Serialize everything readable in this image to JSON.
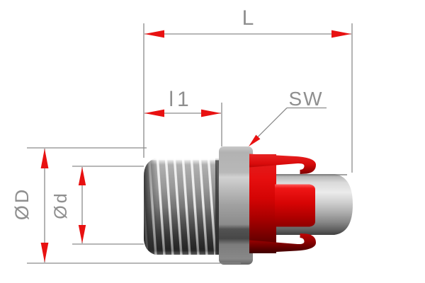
{
  "drawing": {
    "dimensions": {
      "total_length": {
        "label": "L"
      },
      "thread_length": {
        "label": "l1"
      },
      "wrench_size": {
        "label": "SW"
      },
      "outer_diameter": {
        "label": "ØD"
      },
      "thread_diameter": {
        "label": "Ød"
      }
    },
    "colors": {
      "arrow_red": "#e81111",
      "line_gray": "#8c8c8c",
      "text_gray": "#8f8f8f",
      "collet_red": "#d60404",
      "metal_gray": "#9a9a9a",
      "background": "#ffffff"
    },
    "parts": {
      "thread": "male-thread",
      "nut": "hex-nut",
      "collet": "red-release-collet",
      "tube": "tube-stub"
    }
  }
}
